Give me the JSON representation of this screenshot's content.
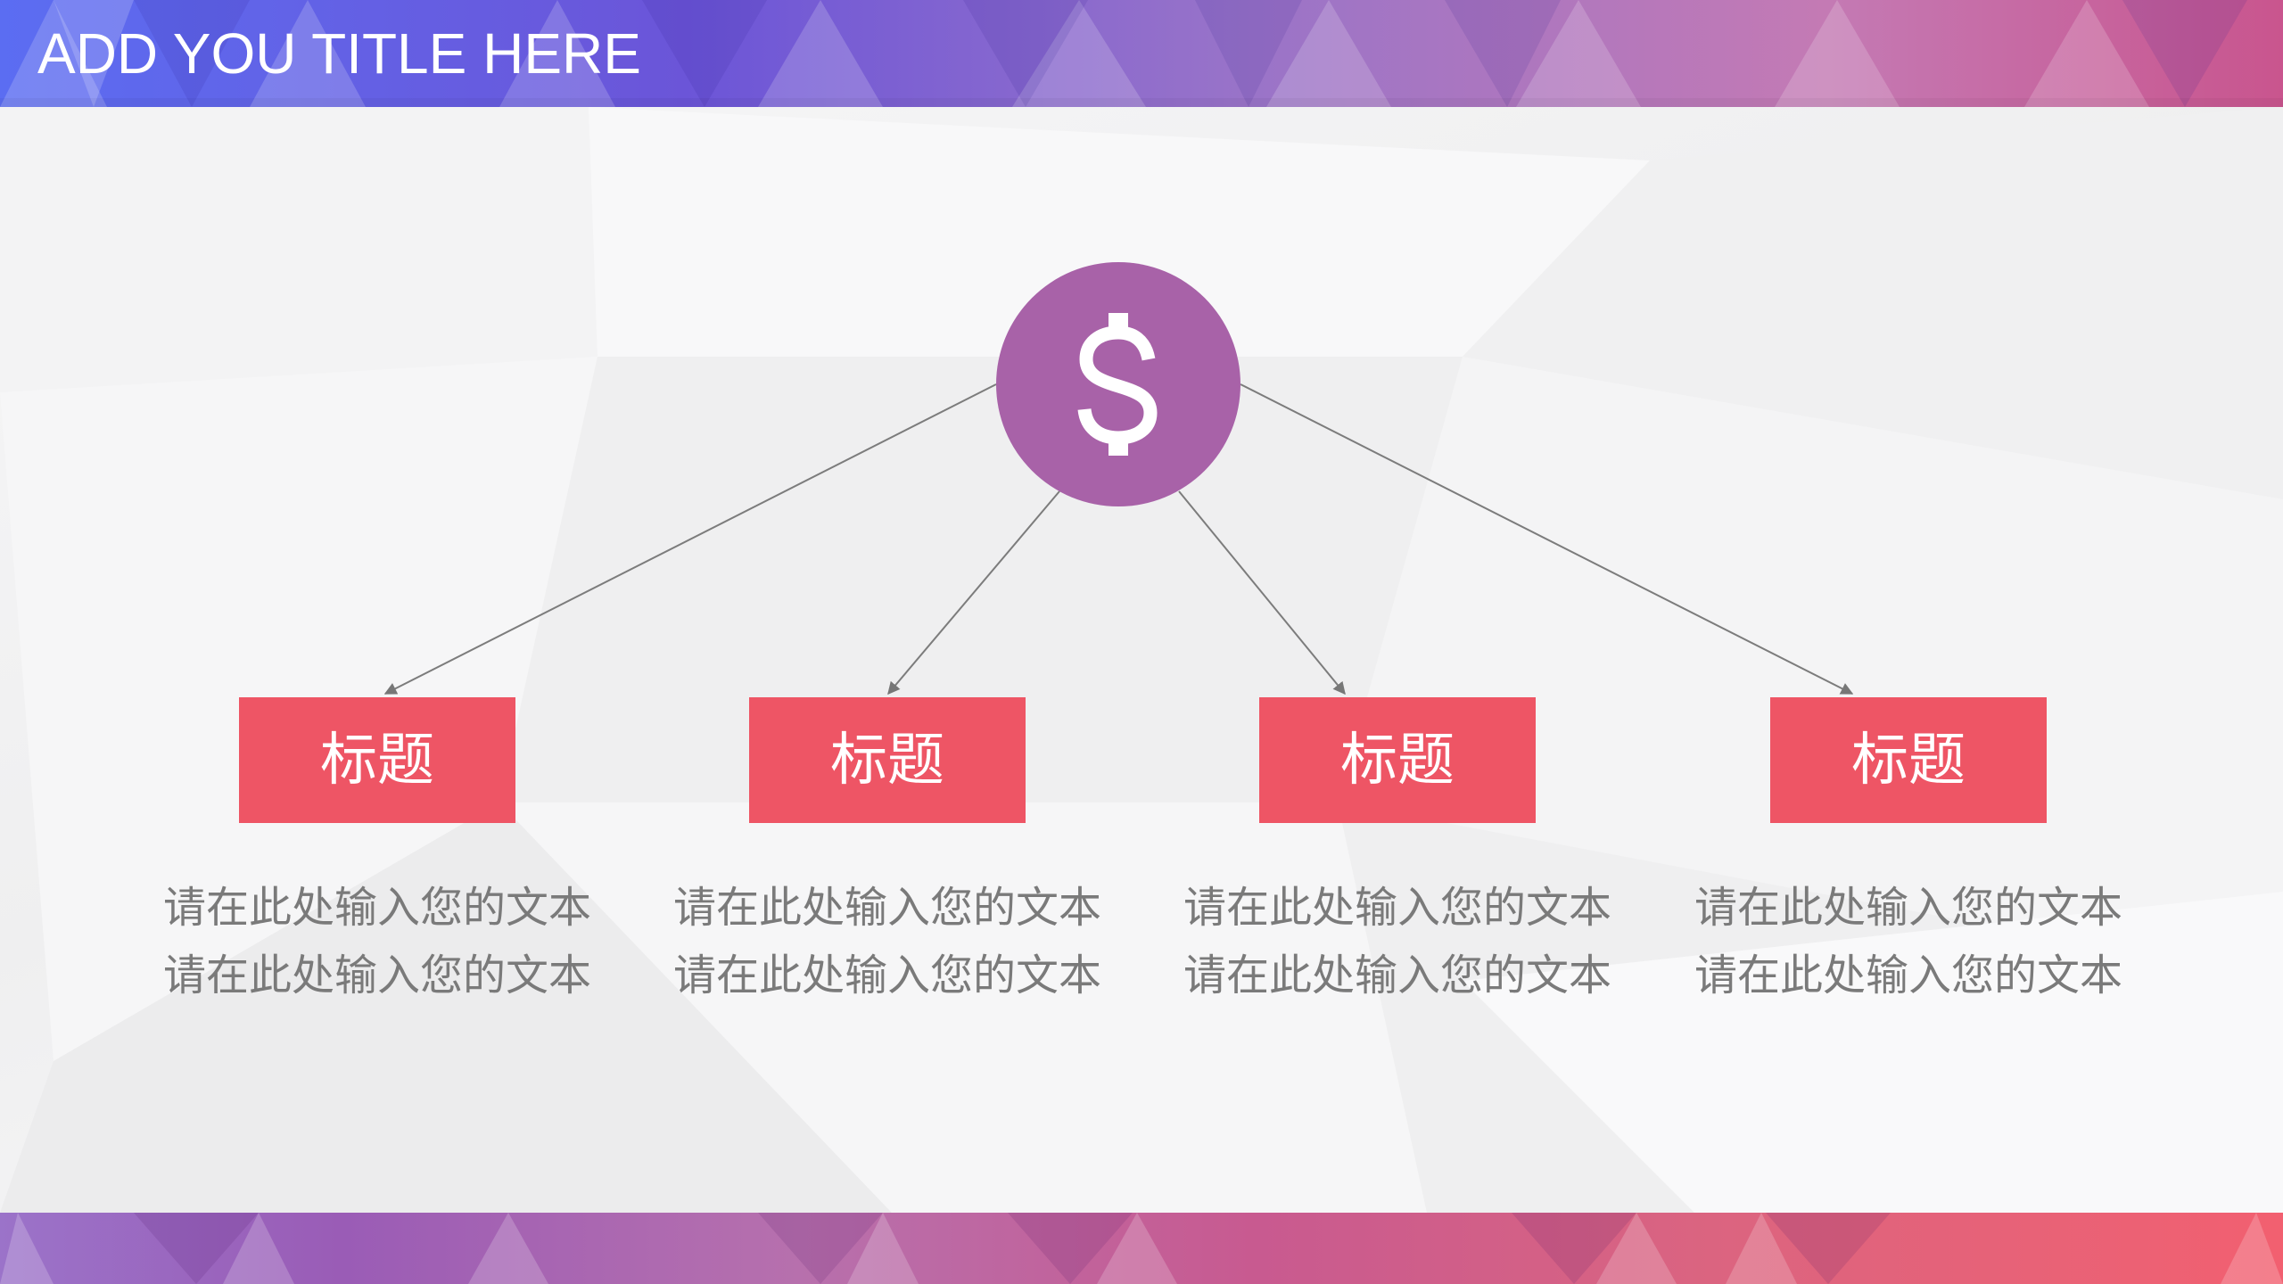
{
  "slide": {
    "title": "ADD YOU TITLE HERE",
    "hub": {
      "icon": "dollar-icon",
      "color": "#a862a8"
    },
    "node_color": "#ee5565",
    "text_color": "#7a7a7a",
    "nodes": [
      {
        "label": "标题",
        "lines": [
          "请在此处输入您的文本",
          "请在此处输入您的文本"
        ]
      },
      {
        "label": "标题",
        "lines": [
          "请在此处输入您的文本",
          "请在此处输入您的文本"
        ]
      },
      {
        "label": "标题",
        "lines": [
          "请在此处输入您的文本",
          "请在此处输入您的文本"
        ]
      },
      {
        "label": "标题",
        "lines": [
          "请在此处输入您的文本",
          "请在此处输入您的文本"
        ]
      }
    ]
  }
}
